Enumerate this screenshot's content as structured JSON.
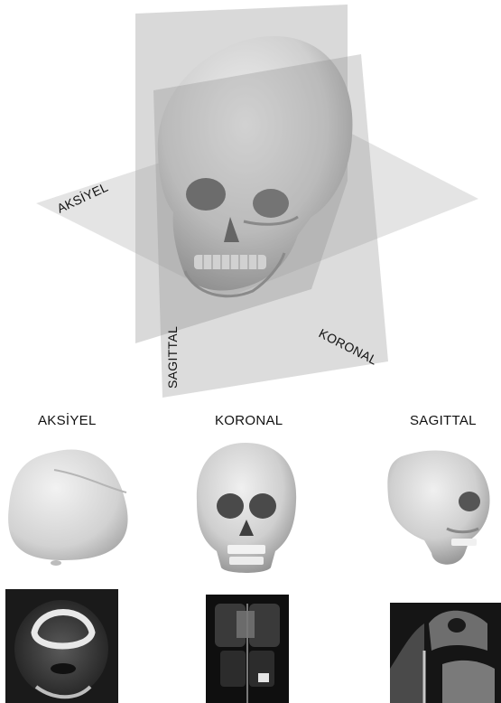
{
  "diagram": {
    "planes": {
      "axial_label": "AKSİYEL",
      "sagittal_label": "SAGITTAL",
      "coronal_label": "KORONAL"
    },
    "views": [
      {
        "label": "AKSİYEL"
      },
      {
        "label": "KORONAL"
      },
      {
        "label": "SAGITTAL"
      }
    ]
  },
  "colors": {
    "plane_fill": "#8a8a8a",
    "skull": "#d8d8d8",
    "skull_shadow": "#9c9c9c",
    "scan_bg": "#1a1a1a",
    "scan_bone": "#e6e6e6"
  }
}
